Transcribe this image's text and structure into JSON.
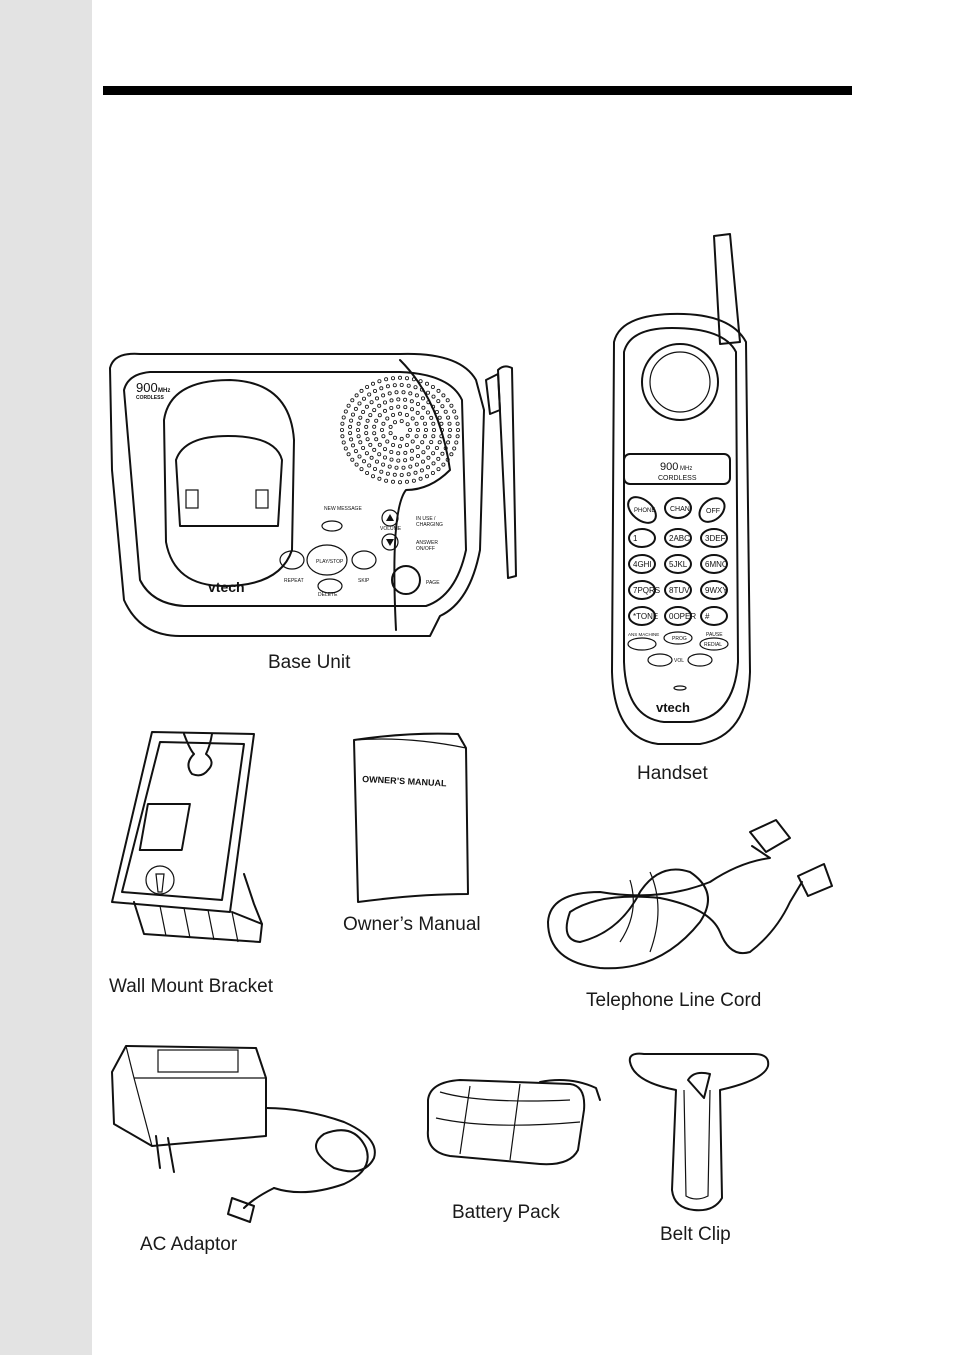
{
  "items": {
    "base_unit": {
      "label": "Base Unit",
      "brand": "vtech",
      "freq": "900",
      "freq_unit": "MHz",
      "cordless": "CORDLESS",
      "buttons": {
        "new_message": "NEW MESSAGE",
        "volume": "VOLUME",
        "in_use": "IN USE / CHARGING",
        "answer": "ANSWER ON/OFF",
        "repeat": "REPEAT",
        "play_stop": "PLAY/STOP",
        "skip": "SKIP",
        "delete": "DELETE",
        "page": "PAGE"
      }
    },
    "handset": {
      "label": "Handset",
      "brand": "vtech",
      "freq": "900",
      "freq_unit": "MHz",
      "cordless": "CORDLESS",
      "keys": [
        "1",
        "2ABC",
        "3DEF",
        "4GHI",
        "5JKL",
        "6MNO",
        "7PQRS",
        "8TUV",
        "9WXY",
        "*TONE",
        "0OPER",
        "#"
      ],
      "buttons": {
        "phone": "PHONE",
        "chan": "CHAN",
        "off": "OFF",
        "ans_machine": "ANS MACHINE",
        "prog": "PROG",
        "redial": "REDIAL",
        "pause": "PAUSE",
        "vol": "VOL"
      }
    },
    "owners_manual": {
      "label": "Owner’s Manual",
      "cover_text": "OWNER’S MANUAL"
    },
    "wall_mount": {
      "label": "Wall Mount Bracket"
    },
    "line_cord": {
      "label": "Telephone Line Cord"
    },
    "ac_adaptor": {
      "label": "AC Adaptor"
    },
    "battery": {
      "label": "Battery Pack"
    },
    "belt_clip": {
      "label": "Belt Clip"
    }
  }
}
